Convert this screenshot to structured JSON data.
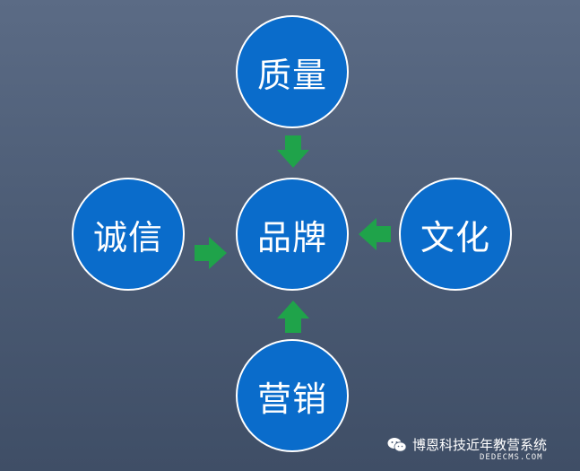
{
  "diagram": {
    "nodes": {
      "top": "质量",
      "center": "品牌",
      "left": "诚信",
      "right": "文化",
      "bottom": "营销"
    },
    "colors": {
      "node_fill": "#0a6ccb",
      "node_border": "#ffffff",
      "arrow": "#1fa34a"
    }
  },
  "watermark": {
    "text": "博恩科技近年教营系统",
    "sub": "DEDECMS.COM",
    "icon": "wechat-icon"
  }
}
